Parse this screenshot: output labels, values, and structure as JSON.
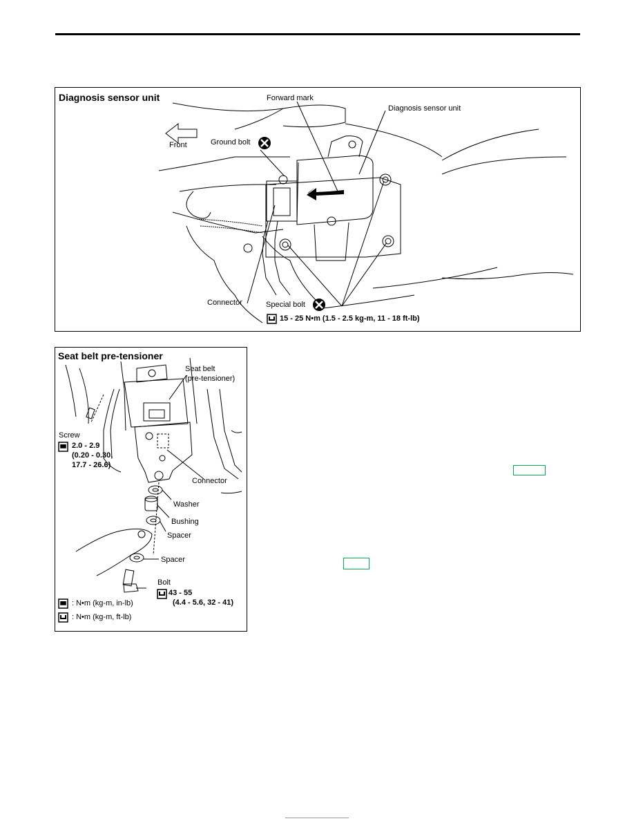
{
  "diagnosis_panel": {
    "title": "Diagnosis sensor unit",
    "front_label": "Front",
    "forward_mark_label": "Forward mark",
    "unit_label": "Diagnosis sensor unit",
    "ground_bolt_label": "Ground bolt",
    "connector_label": "Connector",
    "special_bolt_label": "Special bolt",
    "torque_spec": "15 - 25 N•m (1.5 - 2.5 kg-m, 11 - 18 ft-lb)"
  },
  "seatbelt_panel": {
    "title": "Seat belt pre-tensioner",
    "seatbelt_label_1": "Seat belt",
    "seatbelt_label_2": "(pre-tensioner)",
    "screw_label": "Screw",
    "screw_torque_1": "2.0 - 2.9",
    "screw_torque_2": "(0.20 - 0.30,",
    "screw_torque_3": "17.7 - 26.6)",
    "connector_label": "Connector",
    "washer_label": "Washer",
    "bushing_label": "Bushing",
    "spacer_label_1": "Spacer",
    "spacer_label_2": "Spacer",
    "bolt_label": "Bolt",
    "bolt_torque_1": "43 - 55",
    "bolt_torque_2": "(4.4 - 5.6, 32 - 41)",
    "legend_1": ": N•m  (kg-m,  in-lb)",
    "legend_2": ": N•m  (kg-m,  ft-lb)"
  },
  "colors": {
    "link_border": "#00b050"
  }
}
